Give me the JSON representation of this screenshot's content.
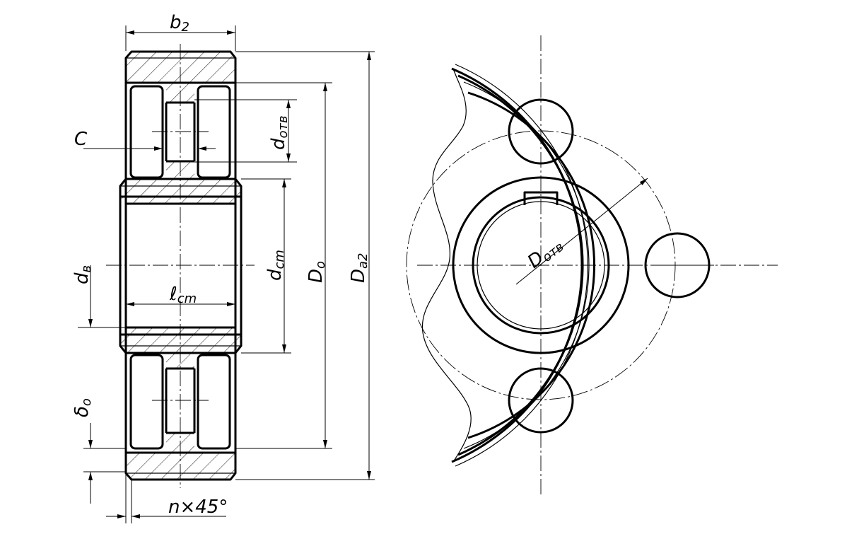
{
  "labels": {
    "b2": {
      "main": "b",
      "sub": "2"
    },
    "c": "C",
    "d_otv": {
      "main": "d",
      "sub": "отв"
    },
    "d_v": {
      "main": "d",
      "sub": "в"
    },
    "l_st": {
      "main": "ℓ",
      "sub": "cm"
    },
    "d_st": {
      "main": "d",
      "sub": "cm"
    },
    "D_o": {
      "main": "D",
      "sub": "o"
    },
    "D_a2": {
      "main": "D",
      "sub": "a2"
    },
    "delta_o": {
      "main": "δ",
      "sub": "o"
    },
    "chamfer": "n×45°",
    "D_otv": {
      "main": "D",
      "sub": "отв"
    }
  }
}
